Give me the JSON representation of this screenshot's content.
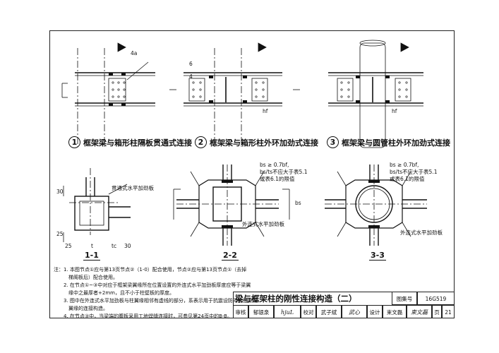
{
  "captions": [
    {
      "num": "1",
      "text": "框架梁与箱形柱隔板贯通式连接"
    },
    {
      "num": "2",
      "text": "框架梁与箱形柱外环加劲式连接"
    },
    {
      "num": "3",
      "text": "框架梁与圆管柱外环加劲式连接"
    }
  ],
  "sections": [
    "1-1",
    "2-2",
    "3-3"
  ],
  "annotations": {
    "through_stiffener": "贯通式水平加劲板",
    "outer_stiffener_a": "外连式水平加劲板",
    "outer_stiffener_b": "外连式水平加劲板",
    "rule2_l1": "bs ≥ 0.7bf,",
    "rule2_l2": "bs/ts不应大于表5.1",
    "rule2_l3": "或表6.1的限值",
    "rule3_l1": "bs ≥ 0.7bf,",
    "rule3_l2": "bs/ts不应大于表5.1",
    "rule3_l3": "或表6.1的限值",
    "dim_30a": "30",
    "dim_25": "25",
    "dim_t": "t",
    "dim_25b": "25",
    "dim_30b": "30",
    "dim_tc": "tc",
    "dim_hf": "hf",
    "dim_hf3": "hf",
    "dim_bs": "bs",
    "tag4": "4",
    "tag6": "6",
    "tag_4a": "4a"
  },
  "notes": [
    "注：1. 本图节点①应与第13页节点②（1-0）配合使用，节点②应与第13页节点①（去掉",
    "　　　梯阁板后）配合使用。",
    "　　2. 在节点①~③中对应于框架梁翼缘所在位置设置的外连式水平加劲板厚度应等于梁翼",
    "　　　缘中之最厚者+2mm，且不小于柱壁板的厚度。",
    "　　3. 图中在外连式水平加劲板与柱翼缘相邻有虚线的部分，系表示用于抗震设防时加强梁端",
    "　　　翼缘的连接构造。",
    "　　4. 在节点③中，当梁端的腹板采用工地焊缝连接时，可参见第24页中的B-B。"
  ],
  "titleblock": {
    "title": "梁与框架柱的刚性连接构造（二）",
    "atlas_label": "图集号",
    "atlas_no": "16G519",
    "review_label": "审核",
    "reviewer": "郁银泉",
    "review_sig": "hjuL",
    "check_label": "校对",
    "checker": "武子斌",
    "check_sig": "武心",
    "design_label": "设计",
    "designer": "束文磊",
    "design_sig": "束文磊",
    "page_label": "页",
    "page_no": "21"
  }
}
